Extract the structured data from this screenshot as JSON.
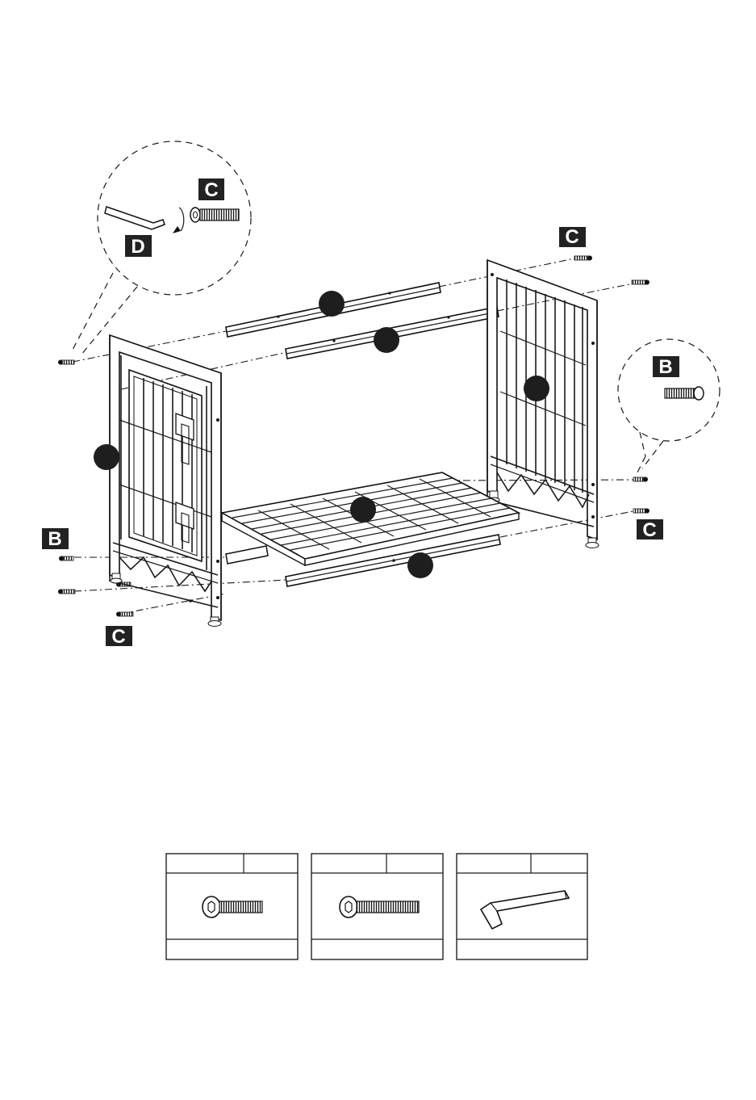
{
  "labels": {
    "detail_top_c": "C",
    "detail_top_d": "D",
    "top_right_c": "C",
    "detail_right_b": "B",
    "right_c": "C",
    "left_b": "B",
    "bottom_left_c": "C"
  },
  "parts_table": [
    {
      "name_cell": "",
      "qty_cell": "",
      "bottom_cell": "",
      "icon": "hex-socket-bolt-short-icon"
    },
    {
      "name_cell": "",
      "qty_cell": "",
      "bottom_cell": "",
      "icon": "hex-socket-bolt-long-icon"
    },
    {
      "name_cell": "",
      "qty_cell": "",
      "bottom_cell": "",
      "icon": "allen-key-icon"
    }
  ]
}
